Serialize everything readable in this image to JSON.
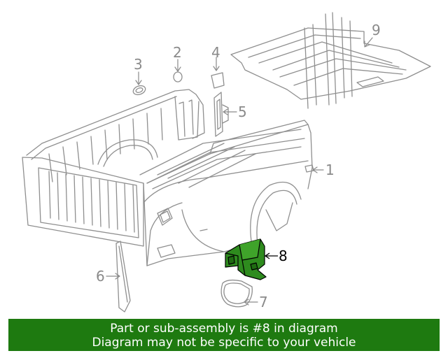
{
  "diagram": {
    "callouts": [
      "1",
      "2",
      "3",
      "4",
      "5",
      "6",
      "7",
      "8",
      "9"
    ],
    "highlighted_part": "8",
    "colors": {
      "line": "#8f8f8f",
      "highlight_fill": "#2e8b1e",
      "highlight_outline": "#000000",
      "label": "#8a8a8a",
      "label_active": "#000000"
    }
  },
  "banner": {
    "line1": "Part or sub-assembly is #8 in diagram",
    "line2": "Diagram may not be specific to your vehicle",
    "background": "#1e7a10"
  }
}
